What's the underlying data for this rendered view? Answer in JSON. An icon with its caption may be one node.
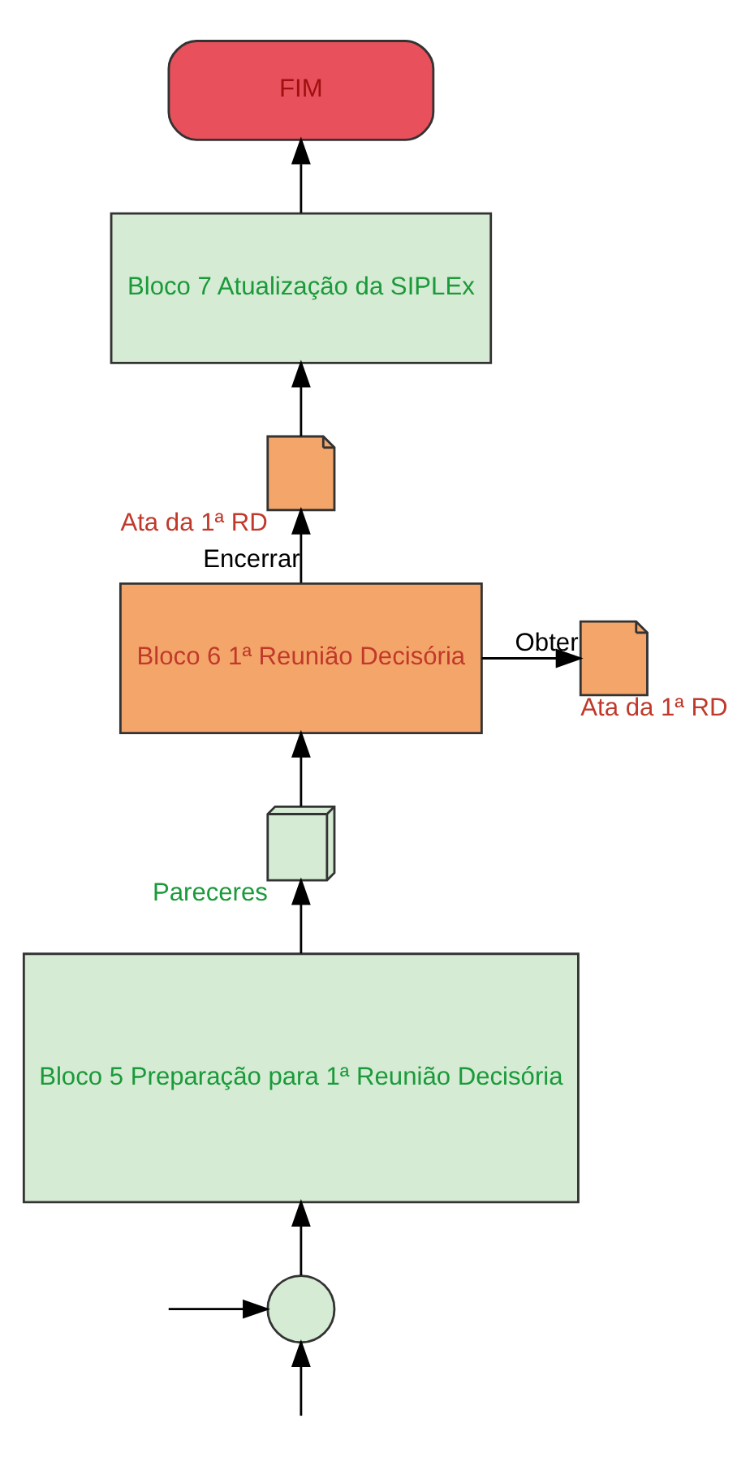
{
  "diagram": {
    "nodes": [
      {
        "text": [
          "FIM"
        ]
      },
      {
        "text": [
          "Bloco 7 Atualização da SIPLEx"
        ]
      },
      {
        "text": [],
        "shape": "document",
        "beside": [
          "Ata da 1ª RD"
        ]
      },
      {
        "text": [
          "Bloco 6 1ª Reunião Decisória"
        ]
      },
      {
        "text": [],
        "shape": "document",
        "beside": [
          "Ata da 1ª RD"
        ]
      },
      {
        "text": [],
        "shape": "documents",
        "beside": [
          "Pareceres"
        ]
      },
      {
        "text": [
          "Bloco 5 Preparação para 1ª Reunião Decisória"
        ]
      },
      {
        "text": [],
        "shape": "circle"
      }
    ],
    "edges": [
      {
        "from": 1,
        "to": 0,
        "arrow": "to"
      },
      {
        "from": 2,
        "to": 1,
        "arrow": "to"
      },
      {
        "from": 3,
        "to": 2,
        "arrow": "to",
        "label": "Encerrar"
      },
      {
        "from": 3,
        "to": 4,
        "arrow": "to",
        "label": "Obter"
      },
      {
        "from": 5,
        "to": 3,
        "arrow": "to"
      },
      {
        "from": 6,
        "to": 5,
        "arrow": "to"
      },
      {
        "from": 7,
        "to": 6,
        "arrow": "to"
      },
      {
        "from": null,
        "to": 7,
        "arrow": "to"
      },
      {
        "from": null,
        "to": 7,
        "arrow": "to"
      }
    ]
  }
}
